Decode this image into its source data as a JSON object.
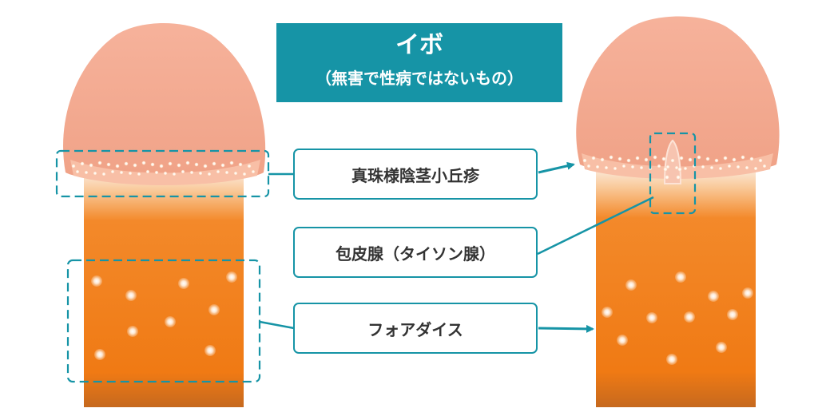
{
  "title": {
    "main": "イボ",
    "sub": "（無害で性病ではないもの）"
  },
  "labels": [
    {
      "id": "pearly-papules",
      "text": "真珠様陰茎小丘疹"
    },
    {
      "id": "tyson-glands",
      "text": "包皮腺（タイソン腺）"
    },
    {
      "id": "fordyce-spots",
      "text": "フォアダイス"
    }
  ],
  "colors": {
    "accent": "#1694a6",
    "glans": "#f2a98e",
    "shaft": "#f07a14",
    "spot": "#fbd3ad"
  }
}
